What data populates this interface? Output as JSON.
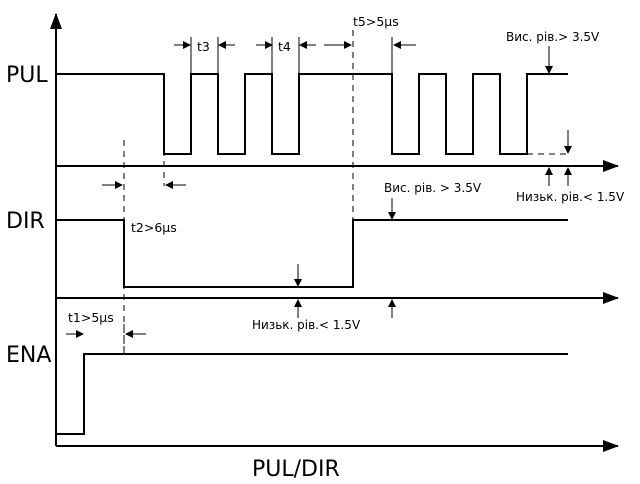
{
  "signals": {
    "pul": "PUL",
    "dir": "DIR",
    "ena": "ENA"
  },
  "x_axis_label": "PUL/DIR",
  "timing": {
    "t1": "t1>5μs",
    "t2": "t2>6μs",
    "t3": "t3",
    "t4": "t4",
    "t5": "t5>5μs"
  },
  "levels": {
    "pul_high": "Вис. рів.> 3.5V",
    "pul_low": "Низьк. рів.< 1.5V",
    "dir_high": "Вис. рів. > 3.5V",
    "dir_low": "Низьк. рів.< 1.5V"
  }
}
